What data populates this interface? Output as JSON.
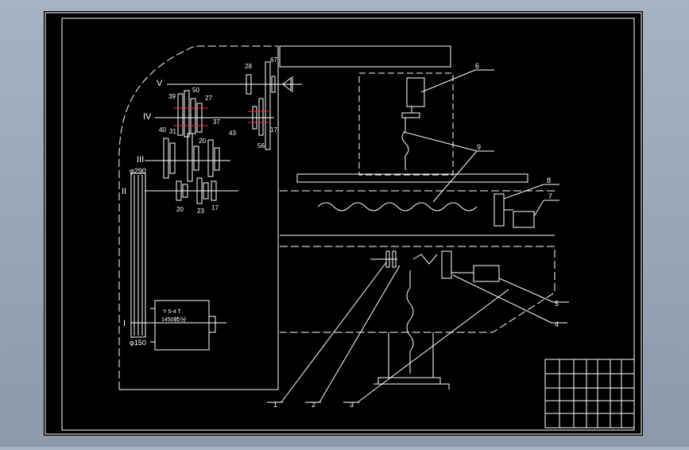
{
  "colors": {
    "background": "#a9b4c4",
    "paper": "#000000",
    "line": "#ffffff",
    "highlight": "#ff2a2a"
  },
  "drawing": {
    "shaft_labels": [
      "V",
      "IV",
      "III",
      "II",
      "I"
    ],
    "gear_numbers": {
      "g28": "28",
      "g67": "67",
      "g50": "50",
      "g39": "39",
      "g27": "27",
      "g37": "37",
      "g40": "40",
      "g31": "31",
      "g20a": "20",
      "g43": "43",
      "g20b": "20",
      "g23": "23",
      "g17a": "17",
      "g56": "56",
      "g17b": "17"
    },
    "pulley_top": "φ290",
    "pulley_bottom": "φ150",
    "motor_line1": "Y 5-4 T",
    "motor_line2": "1450转/分",
    "callouts": [
      "1",
      "2",
      "3",
      "4",
      "5",
      "6",
      "7",
      "8",
      "9"
    ]
  },
  "title_block": {
    "rows": 5,
    "cols": 8
  }
}
